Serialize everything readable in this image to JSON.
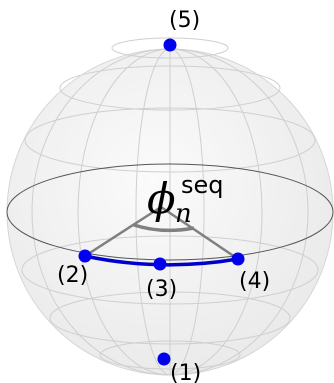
{
  "figure": {
    "angle_label": {
      "symbol": "ϕ",
      "subscript": "n",
      "superscript": "seq"
    },
    "points": [
      {
        "label": "(1)"
      },
      {
        "label": "(2)"
      },
      {
        "label": "(3)"
      },
      {
        "label": "(4)"
      },
      {
        "label": "(5)"
      }
    ]
  },
  "colors": {
    "point": "#0000ee",
    "arc": "#0000cc",
    "wireframe": "#cfcfcf",
    "sphere_fill": "#f2f2f2",
    "equator": "#555555",
    "angle_lines": "#808080"
  }
}
